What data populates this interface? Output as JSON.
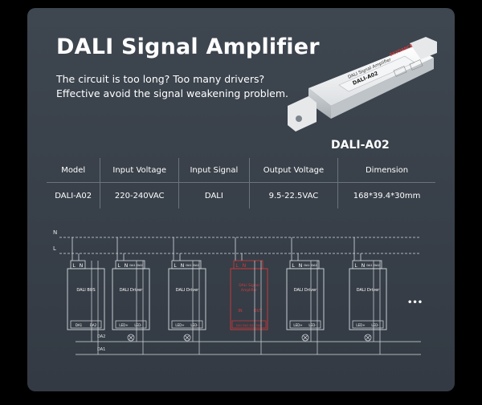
{
  "header": {
    "title": "DALI Signal Amplifier",
    "line1": "The circuit is too long? Too many drivers?",
    "line2": "Effective avoid the signal weakening problem."
  },
  "product": {
    "model_label": "DALI-A02",
    "case_title": "DALI Signal Amplifier",
    "case_model": "DALI-A02",
    "brand": "SKYDANCE"
  },
  "spec_table": {
    "headers": [
      "Model",
      "Input Voltage",
      "Input Signal",
      "Output Voltage",
      "Dimension"
    ],
    "row": [
      "DALI-A02",
      "220-240VAC",
      "DALI",
      "9.5-22.5VAC",
      "168*39.4*30mm"
    ]
  },
  "diagram": {
    "line_n": "N",
    "line_l": "L",
    "da2": "DA2",
    "da1": "DA1",
    "ellipsis": "•••",
    "bus_box": {
      "name": "DALI BUS",
      "top_l": "L",
      "top_n": "N",
      "bot_1": "DA1",
      "bot_2": "DA2"
    },
    "driver_box": {
      "name": "DALI Driver",
      "top_l": "L",
      "top_n": "N",
      "top_da1": "DA1",
      "top_da2": "DA2",
      "bot_1": "LED+",
      "bot_2": "LED-"
    },
    "amp_box": {
      "name": "DALI Signal Amplifier",
      "top_l": "L",
      "top_n": "N",
      "in": "IN",
      "out": "OUT",
      "terms": "DA1 DA2 DA1 DA2"
    }
  },
  "colors": {
    "card_bg": "#3a414a",
    "amplifier_accent": "#d23a3a",
    "text": "#ffffff"
  }
}
